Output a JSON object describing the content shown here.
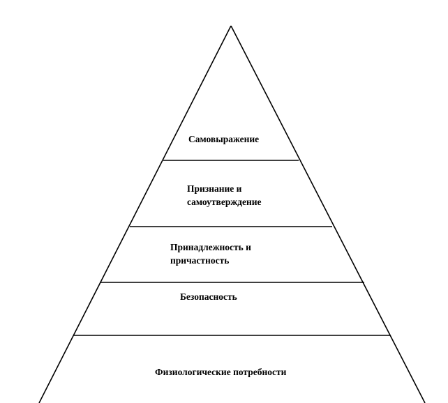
{
  "diagram": {
    "colors": {
      "stroke": "#000000",
      "text": "#000000",
      "background": "#ffffff"
    },
    "levels": [
      {
        "id": "self-expression",
        "lines": [
          "Самовыражение"
        ]
      },
      {
        "id": "recognition",
        "lines": [
          "Признание и",
          "самоутверждение"
        ]
      },
      {
        "id": "belonging",
        "lines": [
          "Принадлежность и",
          "причастность"
        ]
      },
      {
        "id": "safety",
        "lines": [
          "Безопасность"
        ]
      },
      {
        "id": "physiological",
        "lines": [
          "Физиологические потребности"
        ]
      }
    ]
  }
}
